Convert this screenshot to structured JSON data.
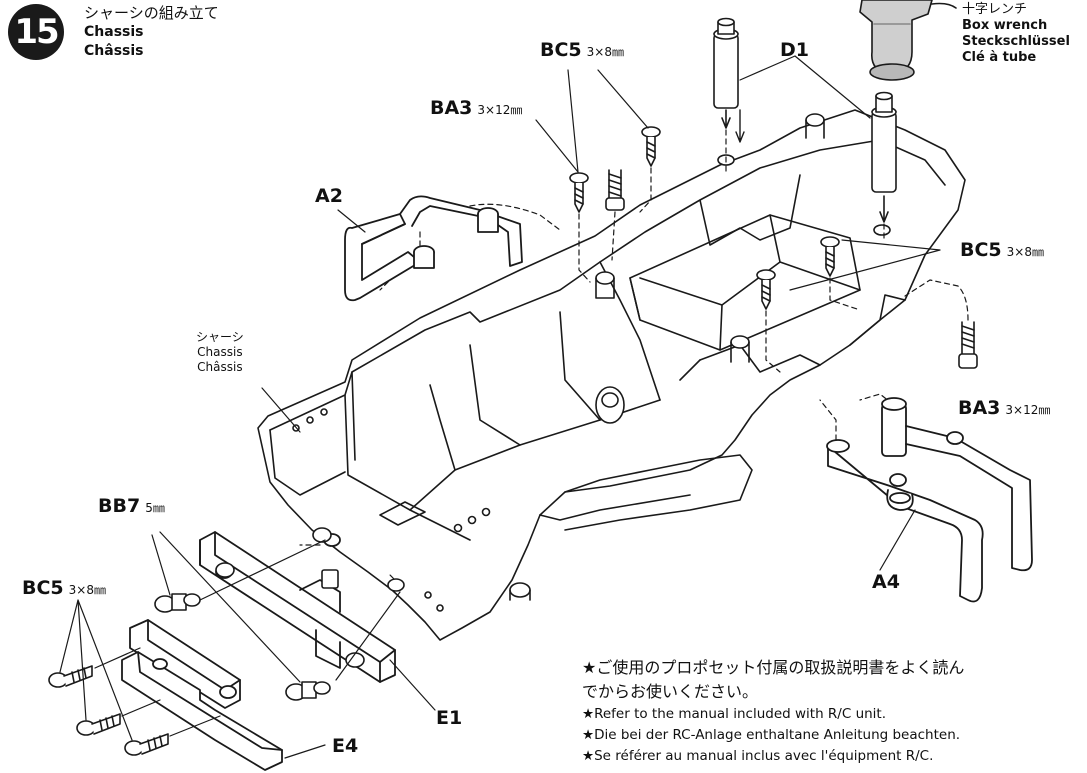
{
  "step": {
    "number": "15",
    "title_jp": "シャーシの組み立て",
    "title_en": "Chassis",
    "title_fr": "Châssis"
  },
  "tool": {
    "label_jp": "十字レンチ",
    "label_en": "Box wrench",
    "label_de": "Steckschlüssel",
    "label_fr": "Clé à tube"
  },
  "parts": {
    "d1": "D1",
    "a2": "A2",
    "a4": "A4",
    "e1": "E1",
    "e4": "E4",
    "bc5_top": {
      "code": "BC5",
      "size": "3×8㎜"
    },
    "ba3_top": {
      "code": "BA3",
      "size": "3×12㎜"
    },
    "bc5_right": {
      "code": "BC5",
      "size": "3×8㎜"
    },
    "ba3_right": {
      "code": "BA3",
      "size": "3×12㎜"
    },
    "bb7": {
      "code": "BB7",
      "size": "5㎜"
    },
    "bc5_left": {
      "code": "BC5",
      "size": "3×8㎜"
    }
  },
  "chassis_label": {
    "jp": "シャーシ",
    "en": "Chassis",
    "fr": "Châssis"
  },
  "notes": {
    "jp_line1": "★ご使用のプロポセット付属の取扱説明書をよく読ん",
    "jp_line2": "でからお使いください。",
    "en": "★Refer to the manual included with R/C unit.",
    "de": "★Die bei der RC-Anlage enthaltane Anleitung beachten.",
    "fr": "★Se référer au manual inclus avec l'équipment R/C."
  }
}
